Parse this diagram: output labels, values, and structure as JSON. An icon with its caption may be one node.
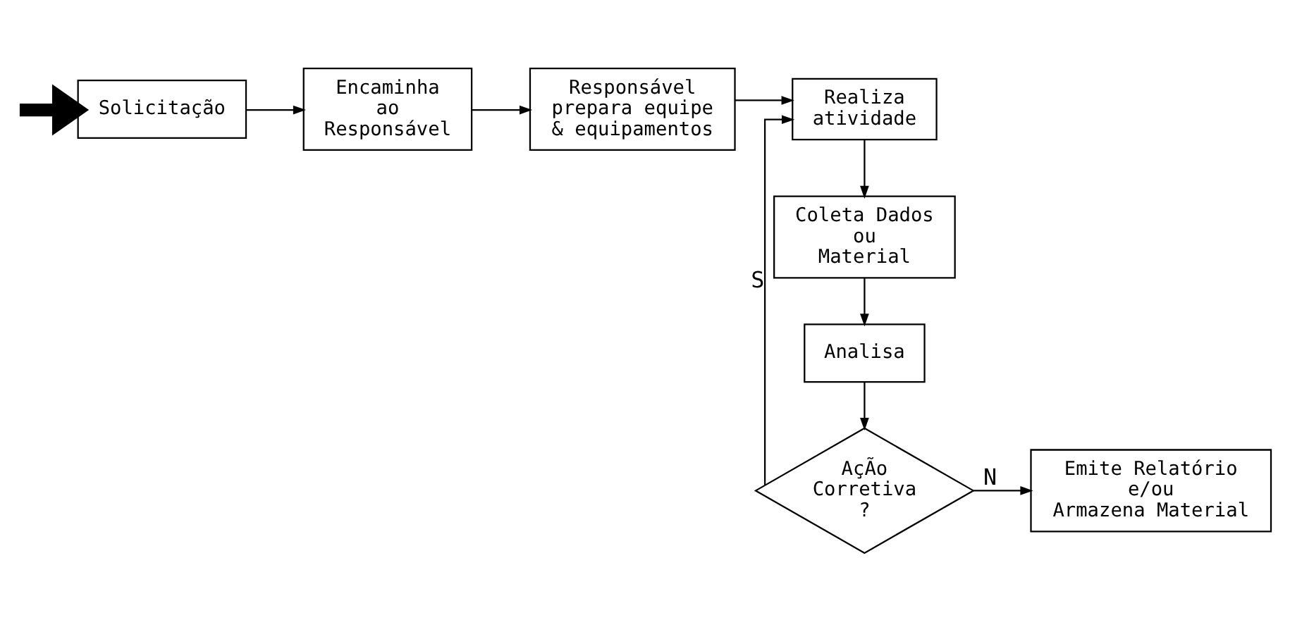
{
  "diagram": {
    "nodes": [
      {
        "text": [
          "Solicitação"
        ]
      },
      {
        "text": [
          "Encaminha ao Responsável"
        ]
      },
      {
        "text": [
          "Responsável prepara equipe & equipamentos"
        ]
      },
      {
        "text": [
          "Realiza atividade"
        ]
      },
      {
        "text": [
          "Coleta Dados ou Material"
        ]
      },
      {
        "text": [
          "Analisa"
        ]
      },
      {
        "text": [
          "AçÃo Corretiva ?"
        ]
      },
      {
        "text": [
          "Emite Relatório e/ou Armazena Material"
        ]
      }
    ],
    "edges": [
      {
        "from": null,
        "to": 0,
        "arrow": "to",
        "style": "thick"
      },
      {
        "from": 0,
        "to": 1,
        "arrow": "to"
      },
      {
        "from": 1,
        "to": 2,
        "arrow": "to"
      },
      {
        "from": 2,
        "to": 3,
        "arrow": "to"
      },
      {
        "from": 3,
        "to": 4,
        "arrow": "to"
      },
      {
        "from": 4,
        "to": 5,
        "arrow": "to"
      },
      {
        "from": 5,
        "to": 6,
        "arrow": "to"
      },
      {
        "from": 6,
        "to": 7,
        "label": "N",
        "arrow": "to"
      },
      {
        "from": 6,
        "to": 3,
        "label": "S",
        "arrow": "to"
      }
    ]
  }
}
